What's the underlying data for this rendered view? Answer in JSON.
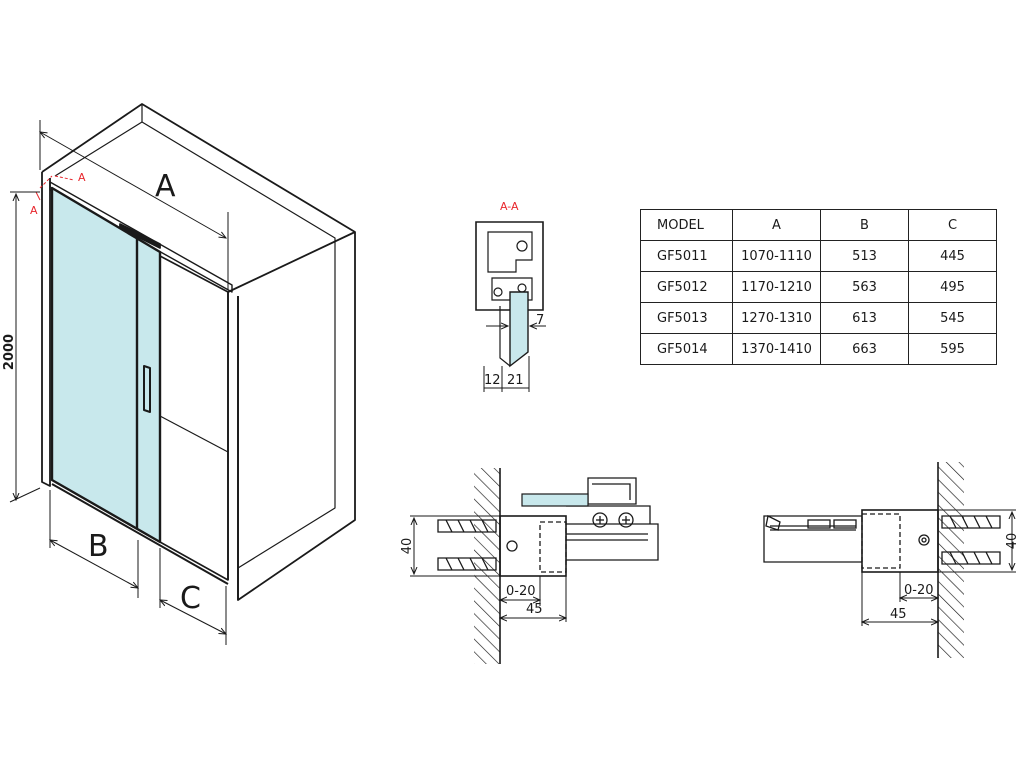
{
  "enclosure": {
    "dim_a": "A",
    "dim_b": "B",
    "dim_c": "C",
    "height": "2000",
    "section_marker": "A"
  },
  "section_view": {
    "title": "A-A",
    "dim_glass": "7",
    "dim_left": "12",
    "dim_right": "21"
  },
  "spec_table": {
    "headers": [
      "MODEL",
      "A",
      "B",
      "C"
    ],
    "rows": [
      [
        "GF5011",
        "1070-1110",
        "513",
        "445"
      ],
      [
        "GF5012",
        "1170-1210",
        "563",
        "495"
      ],
      [
        "GF5013",
        "1270-1310",
        "613",
        "545"
      ],
      [
        "GF5014",
        "1370-1410",
        "663",
        "595"
      ]
    ]
  },
  "left_wall_detail": {
    "height": "40",
    "adjust": "0-20",
    "depth": "45"
  },
  "right_wall_detail": {
    "height": "40",
    "adjust": "0-20",
    "depth": "45"
  },
  "colors": {
    "glass": "#c8e8ec",
    "line": "#1a1a1a",
    "section_marker": "#e8262c"
  }
}
